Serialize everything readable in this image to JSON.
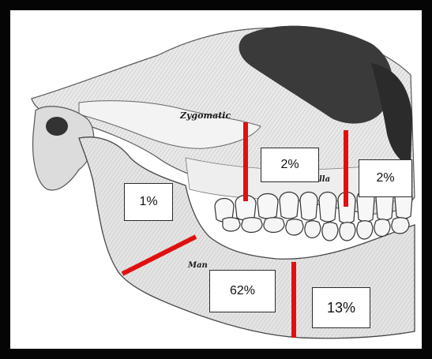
{
  "labels": {
    "zygomatic": "Zygomatic",
    "maxilla_partial": "lla",
    "mandible_partial": "Man"
  },
  "fracture_percentages": {
    "ramus": "1%",
    "zygomatic_region": "2%",
    "maxilla_anterior": "2%",
    "mandible_body": "62%",
    "symphysis": "13%"
  },
  "colors": {
    "fracture_line": "#e01010",
    "frame": "#050505"
  }
}
